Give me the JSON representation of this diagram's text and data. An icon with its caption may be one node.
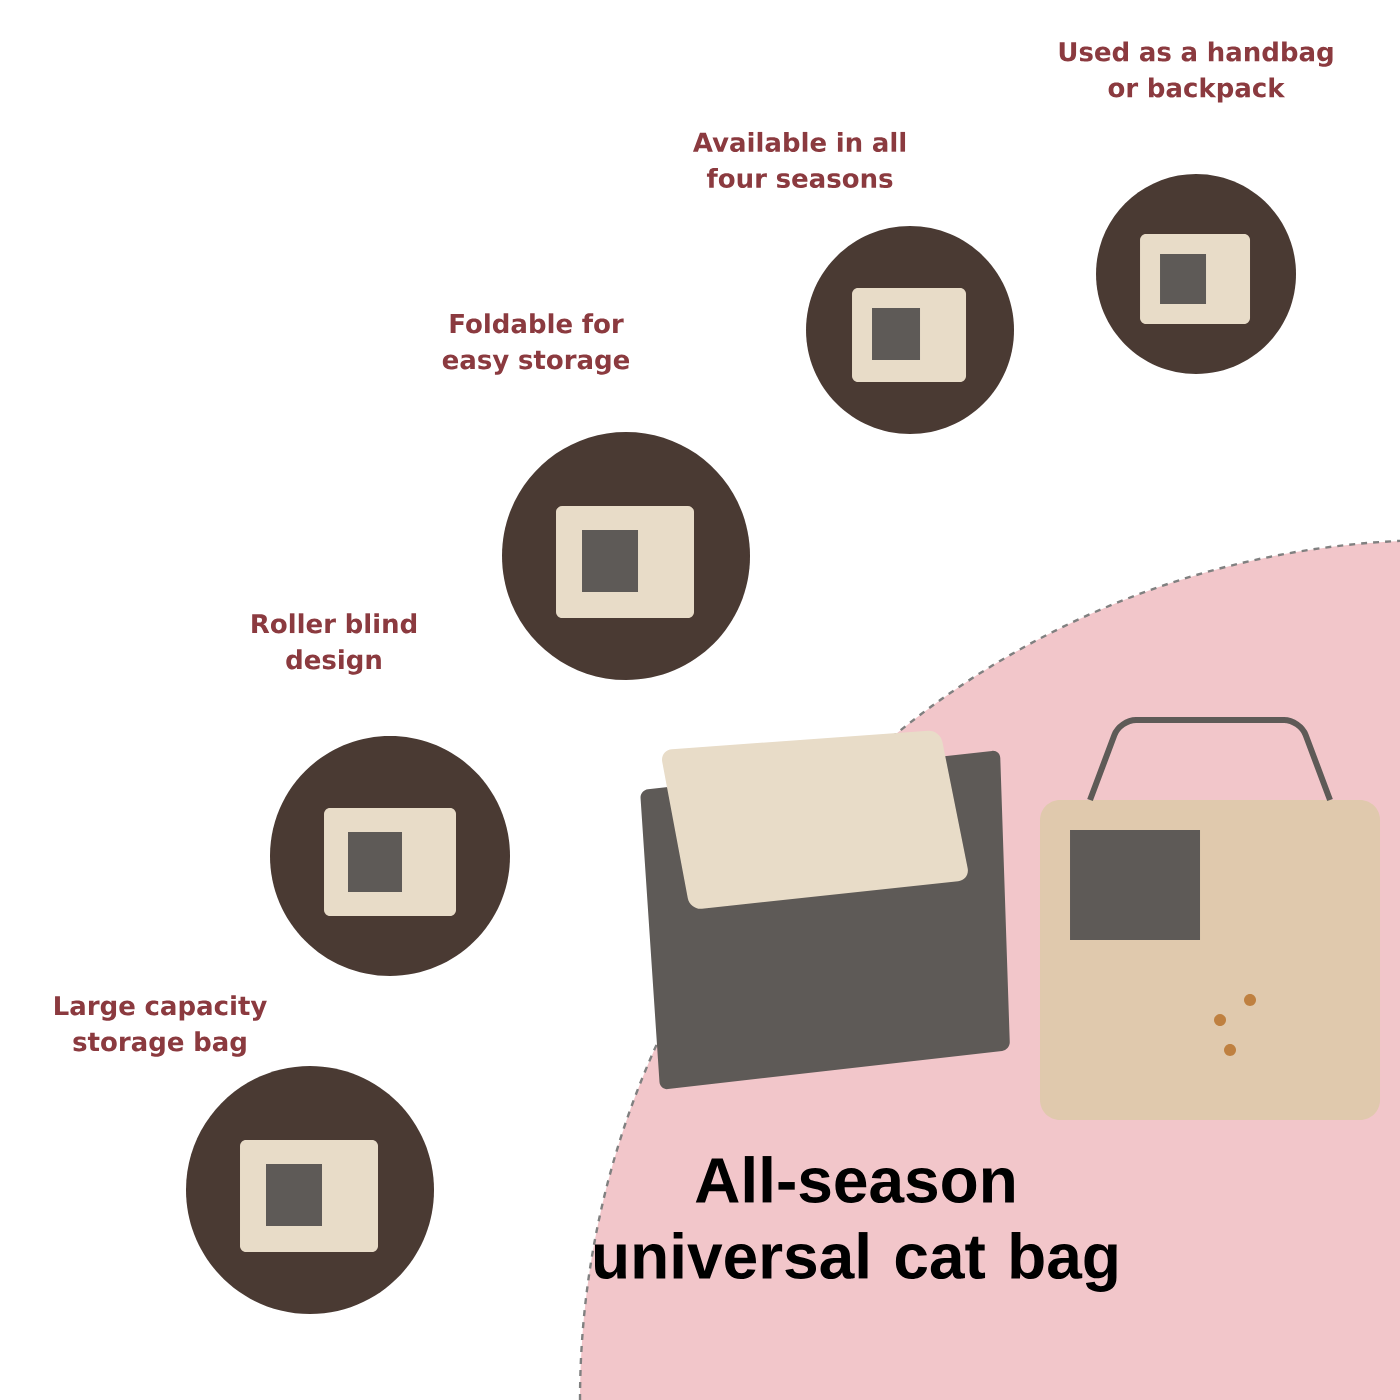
{
  "diagram": {
    "title": "All-season universal cat bag",
    "nodes": [
      {
        "text": [
          "Used as a handbag or backpack"
        ]
      },
      {
        "text": [
          "Available in all four seasons"
        ]
      },
      {
        "text": [
          "Foldable for easy storage"
        ]
      },
      {
        "text": [
          "Roller blind design"
        ]
      },
      {
        "text": [
          "Large capacity storage bag"
        ]
      }
    ]
  }
}
